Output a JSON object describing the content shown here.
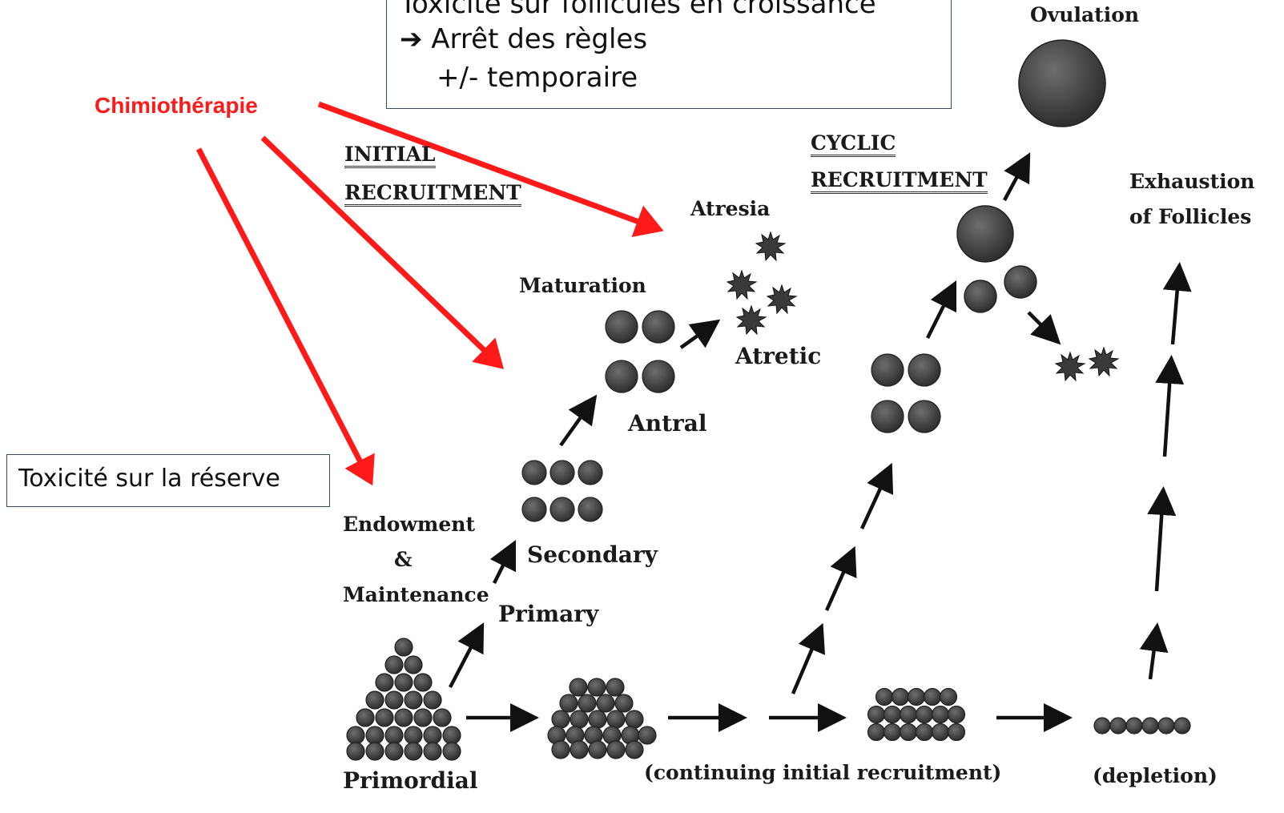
{
  "callout_top": {
    "line1": "Toxicité sur follicules en croissance",
    "line2": "➔ Arrêt des règles",
    "line3": "+/- temporaire"
  },
  "callout_reserve": "Toxicité sur la réserve",
  "chemo_label": "Chimiothérapie",
  "stages": {
    "initial_recruitment_1": "INITIAL",
    "initial_recruitment_2": "RECRUITMENT",
    "cyclic_recruitment_1": "CYCLIC",
    "cyclic_recruitment_2": "RECRUITMENT",
    "ovulation": "Ovulation",
    "atresia": "Atresia",
    "maturation": "Maturation",
    "atretic": "Atretic",
    "antral": "Antral",
    "exhaustion_1": "Exhaustion",
    "exhaustion_2": "of Follicles",
    "endowment_1": "Endowment",
    "endowment_2": "&",
    "endowment_3": "Maintenance",
    "secondary": "Secondary",
    "primary": "Primary",
    "primordial": "Primordial",
    "continuing": "(continuing initial recruitment)",
    "depletion": "(depletion)"
  },
  "colors": {
    "accent_red": "#ff1a1a",
    "follicle_fill": "#4a4a4a",
    "text": "#1a1a1a"
  }
}
